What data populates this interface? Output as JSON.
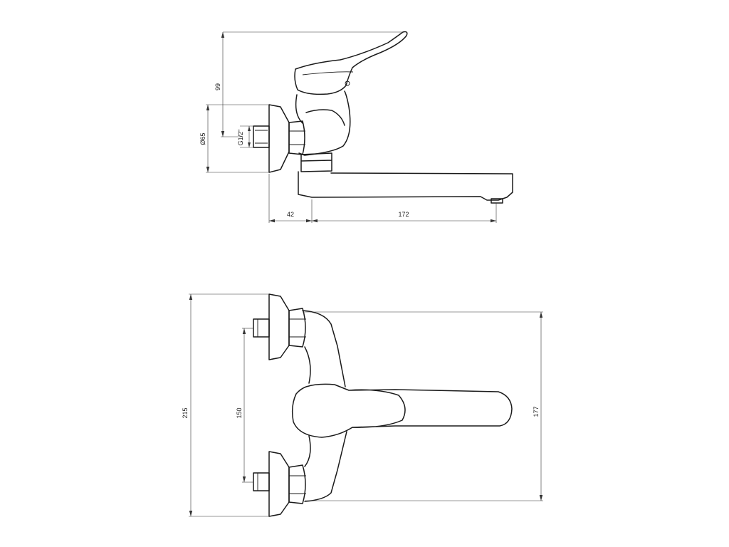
{
  "side_view": {
    "dimensions": {
      "handle_height": "99",
      "thread": "G1/2\"",
      "flange_diameter": "Ø65",
      "wall_offset": "42",
      "spout_length": "172"
    }
  },
  "top_view": {
    "dimensions": {
      "total_width": "215",
      "inlet_spacing": "150",
      "spout_reach": "177"
    }
  }
}
